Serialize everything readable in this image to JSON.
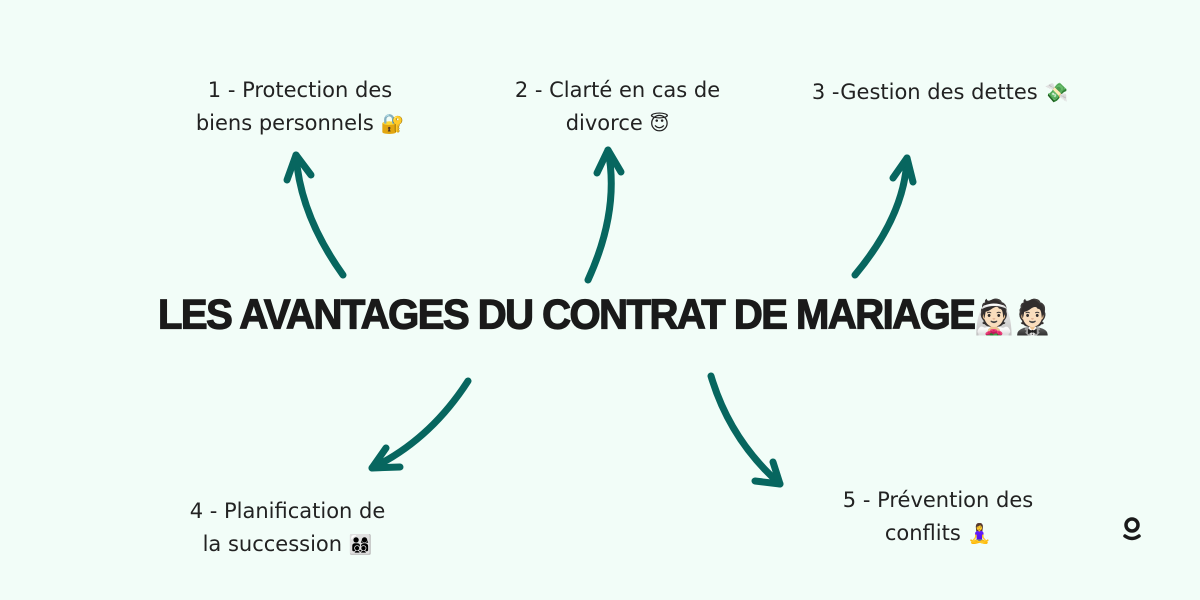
{
  "title": "LES AVANTAGES DU CONTRAT DE MARIAGE",
  "title_emoji": "👰🏻🤵🏻",
  "items": [
    {
      "line1": "1 - Protection des",
      "line2": "biens personnels",
      "emoji": "🔐"
    },
    {
      "line1": "2 - Clarté en cas de",
      "line2": "divorce",
      "emoji": "😇"
    },
    {
      "line1": "3 -Gestion des dettes",
      "line2": "",
      "emoji": "💸"
    },
    {
      "line1": "4 - Planification de",
      "line2": "la succession",
      "emoji": "👨‍👩‍👦‍👦"
    },
    {
      "line1": "5 - Prévention des",
      "line2": "conflits",
      "emoji": "🧘‍♀️"
    }
  ],
  "colors": {
    "background": "#f2fdf8",
    "arrow": "#07665f",
    "text": "#222222"
  }
}
